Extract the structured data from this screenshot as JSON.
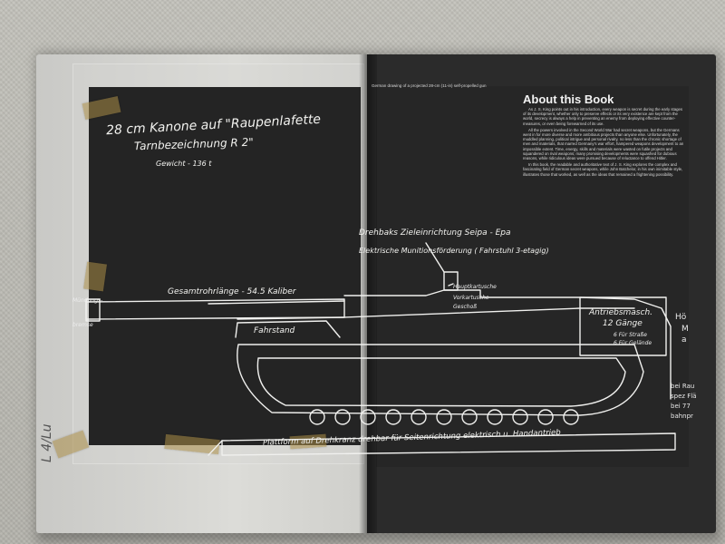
{
  "photo": {
    "subject": "open-book",
    "left_page": {
      "title_line1": "28 cm Kanone auf \"Raupenlafette",
      "title_line2": "Tarnbezeichnung  R 2\"",
      "weight": "Gewicht - 136 t",
      "barrel_label": "Gesamtrohrlänge - 54.5 Kaliber",
      "muzzle_label_1": "Mündungs-",
      "muzzle_label_2": "bremse",
      "driver_label": "Fahrstand",
      "side_mark": "L 4/Lu"
    },
    "right_page": {
      "caption": "German drawing of a projected 28-cm (11-in) self-propelled gun",
      "about_title": "About this Book",
      "about_paragraphs": [
        "As J. S. King points out in his introduction, every weapon is secret during the early stages of its development, whether only to preserve effects or its very existence are kept from the world, secrecy is always a help in preventing an enemy from deploying effective counter-measures, or even being forewarned of its use.",
        "All the powers involved in the Second World War had secret weapons, but the Germans went in for more diverse and more ambitious projects than anyone else. Unfortunately, the muddled planning, political intrigue and personal rivalry, no less than the chronic shortage of men and materials, that marred Germany's war effort, hampered weapons development to an impossible extent. Time, energy, skills and materials were wasted on futile projects and squandered on rival weapons; many promising developments were squashed for dubious reasons, while ridiculous ideas were pursued because of reluctance to offend Hitler.",
        "In this book, the readable and authoritative text of J. S. King explores the complex and fascinating field of German secret weapons, while John Batchelor, in his own inimitable style, illustrates those that worked, as well as the ideas that remained a frightening possibility."
      ],
      "rangefinder_label": "Drehbaks Zieleinrichtung  Seipa - Epa",
      "ammo_label": "Elektrische Munitionsförderung ( Fahrstuhl 3-etagig)",
      "cartridge_label_1": "Hauptkartusche",
      "cartridge_label_2": "Vorkartusche",
      "cartridge_label_3": "Geschoß",
      "drive_label_1": "Antriebsmasch.",
      "drive_label_2": "12 Gänge",
      "drive_label_3": "6    Für Straße",
      "drive_label_4": "6    Für Gelände",
      "platform_label": "Plattform auf Drehkranz drehbar für Seitenrichtung elektrisch u. Handantrieb",
      "edge_note_1": "Hö",
      "edge_note_2": "M",
      "edge_note_3": "a",
      "edge_note_4": "bei Rau",
      "edge_note_5": "spez Flä",
      "edge_note_6": "bei 77",
      "edge_note_7": "bahnpr"
    }
  }
}
